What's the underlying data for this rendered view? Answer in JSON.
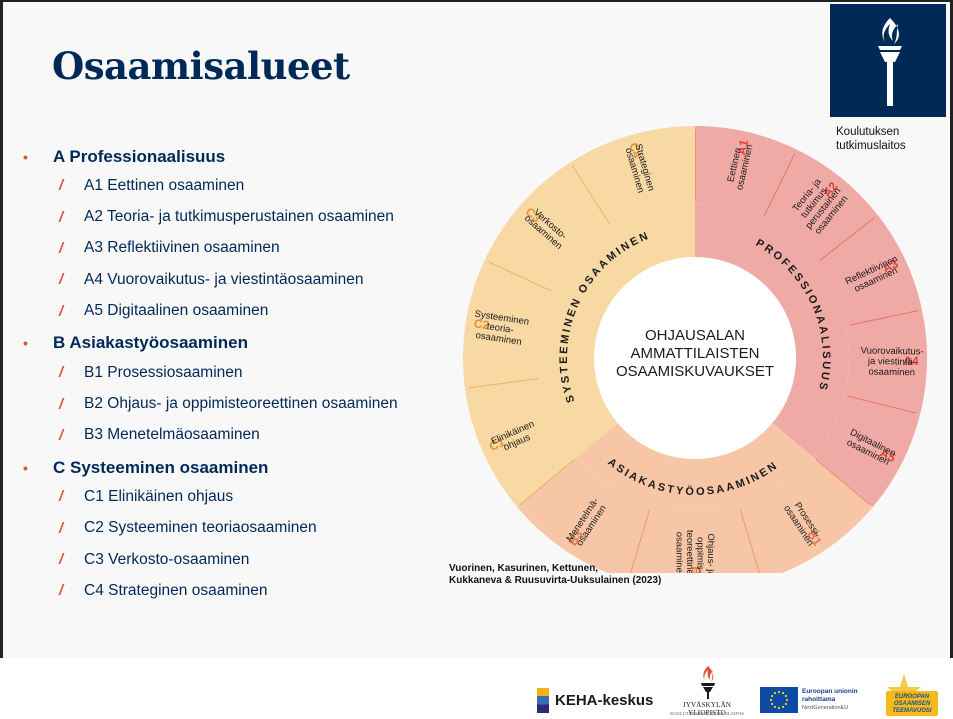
{
  "slide": {
    "title": "Osaamisalueet",
    "groups": [
      {
        "label": "A Professionaalisuus",
        "items": [
          "A1 Eettinen osaaminen",
          "A2 Teoria- ja tutkimusperustainen osaaminen",
          "A3 Reflektiivinen osaaminen",
          "A4 Vuorovaikutus- ja viestintäosaaminen",
          "A5 Digitaalinen osaaminen"
        ]
      },
      {
        "label": "B Asiakastyöosaaminen",
        "items": [
          "B1 Prosessiosaaminen",
          "B2 Ohjaus- ja oppimisteoreettinen osaaminen",
          "B3 Menetelmäosaaminen"
        ]
      },
      {
        "label": "C Systeeminen osaaminen",
        "items": [
          "C1 Elinikäinen ohjaus",
          "C2 Systeeminen teoriaosaaminen",
          "C3 Verkosto-osaaminen",
          "C4 Strateginen osaaminen"
        ]
      }
    ],
    "bullet_glyph": "•",
    "slash_glyph": "/",
    "institute_label": [
      "Koulutuksen",
      "tutkimuslaitos"
    ],
    "citation": [
      "Vuorinen,  Kasurinen, Kettunen,",
      "Kukkaneva & Ruusuvirta-Uuksulainen (2023)"
    ],
    "colors": {
      "navy": "#002957",
      "accent": "#e0523a",
      "sector_a": "#f0aaa6",
      "sector_b": "#f6c6a6",
      "sector_c": "#f8d9a4",
      "code_a": "#d8433a",
      "code_b": "#e0744a",
      "code_c": "#e29430"
    }
  },
  "wheel": {
    "center": [
      "OHJAUSALAN",
      "AMMATTILAISTEN",
      "OSAAMISKUVAUKSET"
    ],
    "areas": [
      {
        "id": "a",
        "label": "PROFESSIONAALISUUS"
      },
      {
        "id": "b",
        "label": "ASIAKASTYÖOSAAMINEN"
      },
      {
        "id": "c",
        "label": "SYSTEEMINEN OSAAMINEN"
      }
    ],
    "sectors": [
      {
        "code": "A1",
        "area": "a",
        "label": [
          "Eettinen",
          "osaaminen"
        ]
      },
      {
        "code": "A2",
        "area": "a",
        "label": [
          "Teoria- ja",
          "tutkimus-",
          "perustainen",
          "osaaminen"
        ]
      },
      {
        "code": "A3",
        "area": "a",
        "label": [
          "Reflektiivinen",
          "osaaminen"
        ]
      },
      {
        "code": "A4",
        "area": "a",
        "label": [
          "Vuorovaikutus-",
          "ja viestintä-",
          "osaaminen"
        ]
      },
      {
        "code": "A5",
        "area": "a",
        "label": [
          "Digitaalinen",
          "osaaminen"
        ]
      },
      {
        "code": "B1",
        "area": "b",
        "label": [
          "Prosessi-",
          "osaaminen"
        ]
      },
      {
        "code": "B2",
        "area": "b",
        "label": [
          "Ohjaus- ja",
          "oppimis-",
          "teoreettinen",
          "osaaminen"
        ]
      },
      {
        "code": "B3",
        "area": "b",
        "label": [
          "Menetelmä-",
          "osaaminen"
        ]
      },
      {
        "code": "C1",
        "area": "c",
        "label": [
          "Elinikäinen",
          "ohjaus"
        ]
      },
      {
        "code": "C2",
        "area": "c",
        "label": [
          "Systeeminen",
          "teoria-",
          "osaaminen"
        ]
      },
      {
        "code": "C3",
        "area": "c",
        "label": [
          "Verkosto-",
          "osaaminen"
        ]
      },
      {
        "code": "C4",
        "area": "c",
        "label": [
          "Strateginen",
          "osaaminen"
        ]
      }
    ]
  },
  "footer": {
    "keha": "KEHA-keskus",
    "jyu_name": "JYVÄSKYLÄN YLIOPISTO",
    "jyu_sub": "KOULUTUKSEN TUTKIMUSLAITOS",
    "eu_line1": "Euroopan unionin",
    "eu_line2": "rahoittama",
    "eu_line3": "NextGenerationEU",
    "teema_lines": [
      "EUROOPAN",
      "OSAAMISEN",
      "TEEMAVUOSI"
    ]
  }
}
